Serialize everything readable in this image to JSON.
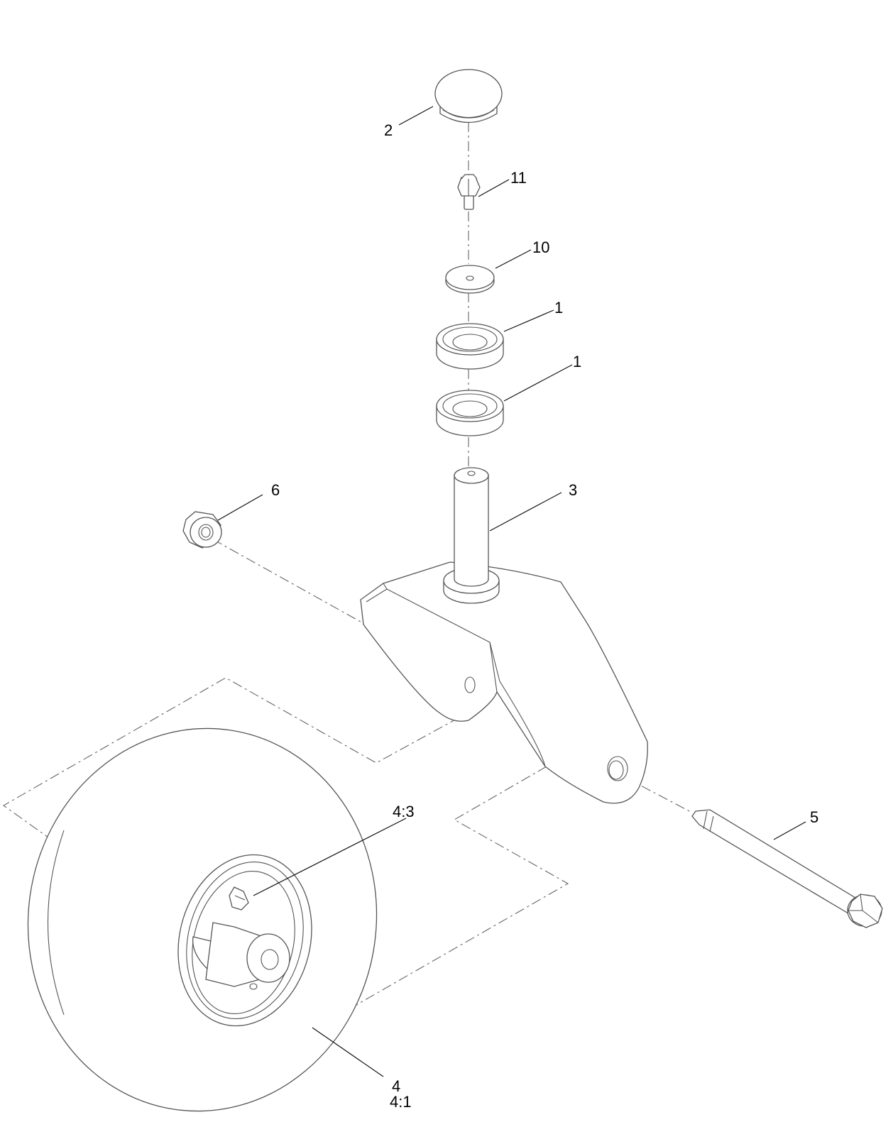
{
  "callouts": {
    "c1a": "1",
    "c1b": "1",
    "c2": "2",
    "c3": "3",
    "c4": "4",
    "c4_1": "4:1",
    "c4_3": "4:3",
    "c5": "5",
    "c6": "6",
    "c10": "10",
    "c11": "11"
  },
  "parts": [
    {
      "callout": "1",
      "name": "bearing"
    },
    {
      "callout": "2",
      "name": "cap"
    },
    {
      "callout": "3",
      "name": "caster fork"
    },
    {
      "callout": "4",
      "name": "wheel"
    },
    {
      "callout": "4:1",
      "name": "tire"
    },
    {
      "callout": "4:3",
      "name": "grease fitting"
    },
    {
      "callout": "5",
      "name": "bolt"
    },
    {
      "callout": "6",
      "name": "flange nut"
    },
    {
      "callout": "10",
      "name": "washer"
    },
    {
      "callout": "11",
      "name": "screw"
    }
  ]
}
